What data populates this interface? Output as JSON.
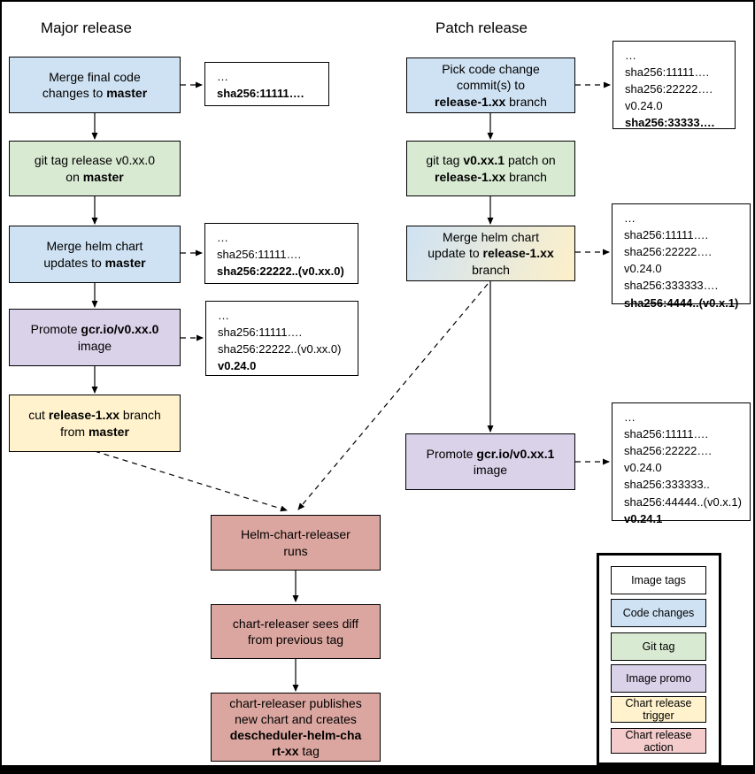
{
  "titles": {
    "major": "Major release",
    "patch": "Patch release"
  },
  "colors": {
    "code_changes": "#cfe2f3",
    "git_tag": "#d9ead3",
    "image_promo": "#d9d2e9",
    "chart_trigger": "#fff2cc",
    "chart_action": "#dba69f",
    "chart_action_legend": "#f4cccc",
    "image_tags": "#ffffff",
    "gradient_from": "#cfe2f3",
    "gradient_to": "#fdf0c9"
  },
  "nodes": {
    "merge_final": {
      "segments": [
        {
          "t": "Merge final code",
          "br": true
        },
        {
          "t": "changes to "
        },
        {
          "t": "master",
          "b": true
        }
      ]
    },
    "git_tag_major": {
      "segments": [
        {
          "t": "git tag release v0.xx.0",
          "br": true
        },
        {
          "t": "on "
        },
        {
          "t": "master",
          "b": true
        }
      ]
    },
    "merge_helm_master": {
      "segments": [
        {
          "t": "Merge helm chart",
          "br": true
        },
        {
          "t": "updates to "
        },
        {
          "t": "master",
          "b": true
        }
      ]
    },
    "promote_major": {
      "segments": [
        {
          "t": "Promote "
        },
        {
          "t": "gcr.io/v0.xx.0",
          "b": true,
          "br": true
        },
        {
          "t": "image"
        }
      ]
    },
    "cut_branch": {
      "segments": [
        {
          "t": "cut "
        },
        {
          "t": "release-1.xx",
          "b": true
        },
        {
          "t": " branch",
          "br": true
        },
        {
          "t": "from "
        },
        {
          "t": "master",
          "b": true
        }
      ]
    },
    "pick_commits": {
      "segments": [
        {
          "t": "Pick code change",
          "br": true
        },
        {
          "t": "commit(s) to",
          "br": true
        },
        {
          "t": "release-1.xx",
          "b": true
        },
        {
          "t": " branch"
        }
      ]
    },
    "git_tag_patch": {
      "segments": [
        {
          "t": "git tag "
        },
        {
          "t": "v0.xx.1",
          "b": true
        },
        {
          "t": " patch on",
          "br": true
        },
        {
          "t": "release-1.xx",
          "b": true
        },
        {
          "t": " branch"
        }
      ]
    },
    "merge_helm_release": {
      "segments": [
        {
          "t": "Merge helm chart",
          "br": true
        },
        {
          "t": "update to "
        },
        {
          "t": "release-1.xx",
          "b": true,
          "br": true
        },
        {
          "t": "branch"
        }
      ]
    },
    "promote_patch": {
      "segments": [
        {
          "t": "Promote "
        },
        {
          "t": "gcr.io/v0.xx.1",
          "b": true,
          "br": true
        },
        {
          "t": "image"
        }
      ]
    },
    "releaser_runs": {
      "segments": [
        {
          "t": "Helm-chart-releaser",
          "br": true
        },
        {
          "t": "runs"
        }
      ]
    },
    "releaser_diff": {
      "segments": [
        {
          "t": "chart-releaser sees diff",
          "br": true
        },
        {
          "t": "from previous tag"
        }
      ]
    },
    "releaser_publish": {
      "segments": [
        {
          "t": "chart-releaser publishes",
          "br": true
        },
        {
          "t": "new chart and creates",
          "br": true
        },
        {
          "t": "descheduler-helm-cha",
          "b": true,
          "br": true
        },
        {
          "t": "rt-xx",
          "b": true
        },
        {
          "t": " tag"
        }
      ]
    }
  },
  "annotations": {
    "l1": {
      "lines": [
        {
          "t": "…"
        },
        {
          "t": "sha256:11111….",
          "b": true
        }
      ]
    },
    "l2": {
      "lines": [
        {
          "t": "…"
        },
        {
          "t": "sha256:11111…."
        },
        {
          "t": "sha256:22222..(v0.xx.0)",
          "b": true
        }
      ]
    },
    "l3": {
      "lines": [
        {
          "t": "…"
        },
        {
          "t": "sha256:11111…."
        },
        {
          "t": "sha256:22222..(v0.xx.0)"
        },
        {
          "t": "v0.24.0",
          "b": true
        }
      ]
    },
    "r1": {
      "lines": [
        {
          "t": "…"
        },
        {
          "t": "sha256:11111…."
        },
        {
          "t": "sha256:22222…."
        },
        {
          "t": "v0.24.0"
        },
        {
          "t": "sha256:33333….",
          "b": true
        }
      ]
    },
    "r2": {
      "lines": [
        {
          "t": "…"
        },
        {
          "t": "sha256:11111…."
        },
        {
          "t": "sha256:22222…."
        },
        {
          "t": "v0.24.0"
        },
        {
          "t": "sha256:333333…."
        },
        {
          "t": "sha256:4444..(v0.x.1)",
          "b": true
        }
      ]
    },
    "r3": {
      "lines": [
        {
          "t": "…"
        },
        {
          "t": "sha256:11111…."
        },
        {
          "t": "sha256:22222…."
        },
        {
          "t": "v0.24.0"
        },
        {
          "t": "sha256:333333.."
        },
        {
          "t": "sha256:44444..(v0.x.1)"
        },
        {
          "t": "v0.24.1",
          "b": true
        }
      ]
    }
  },
  "legend": {
    "items": [
      {
        "label": "Image tags"
      },
      {
        "label": "Code changes"
      },
      {
        "label": "Git tag"
      },
      {
        "label": "Image promo"
      },
      {
        "label": "Chart release trigger"
      },
      {
        "label": "Chart release action"
      }
    ]
  }
}
